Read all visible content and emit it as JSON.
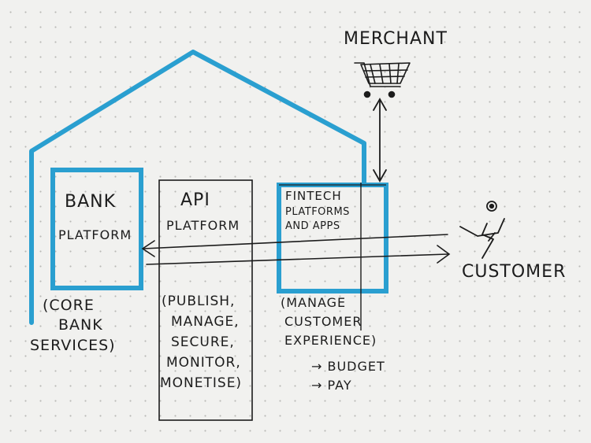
{
  "labels": {
    "merchant": "MERCHANT",
    "bank_line1": "BANK",
    "bank_line2": "PLATFORM",
    "bank_note": [
      "(CORE",
      "BANK",
      "SERVICES)"
    ],
    "api_line1": "API",
    "api_line2": "PLATFORM",
    "api_note": [
      "(PUBLISH,",
      "MANAGE,",
      "SECURE,",
      "MONITOR,",
      "MONETISE)"
    ],
    "fintech_lines": [
      "FINTECH",
      "PLATFORMS",
      "AND APPS"
    ],
    "fintech_note": [
      "(MANAGE",
      "CUSTOMER",
      "EXPERIENCE)"
    ],
    "fintech_items": [
      "→ BUDGET",
      "→ PAY"
    ],
    "customer": "CUSTOMER"
  },
  "colors": {
    "ink": "#1c1c1c",
    "marker_blue": "#2a9fd0",
    "paper": "#f1f1ef"
  },
  "icons": [
    "shopping-cart-icon",
    "person-figure-icon"
  ]
}
